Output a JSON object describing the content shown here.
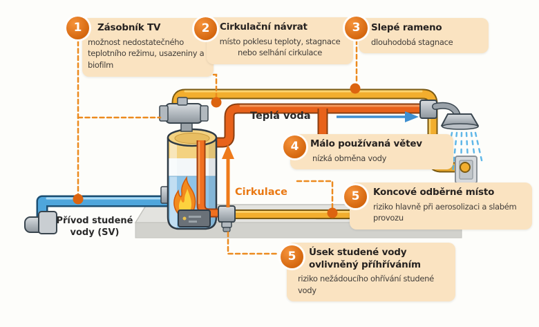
{
  "callouts": [
    {
      "num": "1",
      "title": "Zásobník TV",
      "desc": "možnost nedostatečného teplotního režimu, usazeniny a biofilm"
    },
    {
      "num": "2",
      "title": "Cirkulační návrat",
      "desc": "místo poklesu teploty, stagnace nebo selhání cirkulace"
    },
    {
      "num": "3",
      "title": "Slepé rameno",
      "desc": "dlouhodobá stagnace"
    },
    {
      "num": "4",
      "title": "Málo používaná větev",
      "desc": "nízká obměna vody"
    },
    {
      "num": "5",
      "title": "Koncové odběrné místo",
      "desc": "riziko hlavně při aerosolizaci a slabém provozu"
    },
    {
      "num": "5",
      "title": "Úsek studené vody ovlivněný příhříváním",
      "desc": "riziko nežádoucího ohřívání studené vody"
    }
  ],
  "labels": {
    "hot_water": "Teplá voda",
    "circulation": "Cirkulace",
    "cold_inlet": "Přívod studené vody (SV)"
  },
  "colors": {
    "accent_orange": "#E07318",
    "callout_box": "#FAE3C1",
    "pipe_hot": "#E8621A",
    "pipe_warm": "#F2AE2E",
    "pipe_cold": "#4FA6DC"
  }
}
